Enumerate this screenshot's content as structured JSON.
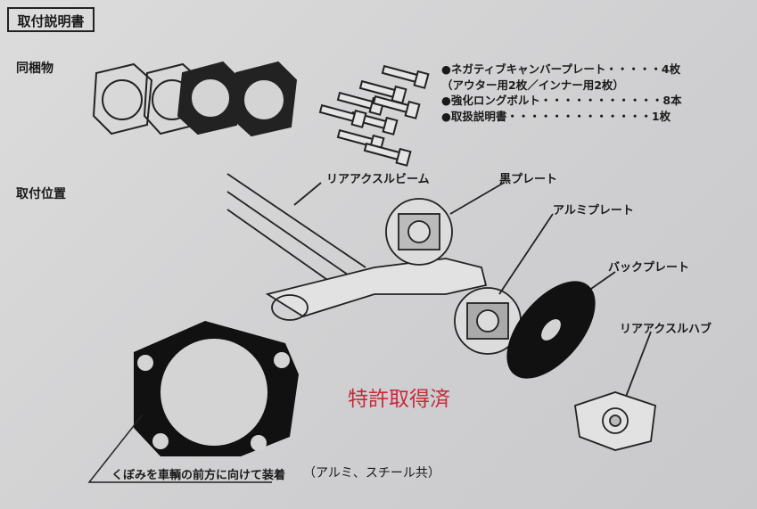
{
  "title": "取付説明書",
  "sections": {
    "contents": "同梱物",
    "position": "取付位置"
  },
  "parts_list": [
    {
      "text": "●ネガティブキャンバープレート・・・・・4枚"
    },
    {
      "text": "（アウター用2枚／インナー用2枚）"
    },
    {
      "text": "●強化ロングボルト・・・・・・・・・・・8本"
    },
    {
      "text": "●取扱説明書・・・・・・・・・・・・・1枚"
    }
  ],
  "callouts": {
    "axle_beam": "リアアクスルビーム",
    "black_plate": "黒プレート",
    "alu_plate": "アルミプレート",
    "back_plate": "バックプレート",
    "axle_hub": "リアアクスルハブ"
  },
  "patent": "特許取得済",
  "note": "くぼみを車輌の前方に向けて装着",
  "note_suffix": "（アルミ、スチール共）",
  "colors": {
    "patent": "#c8283a",
    "ink": "#1a1a1a"
  }
}
